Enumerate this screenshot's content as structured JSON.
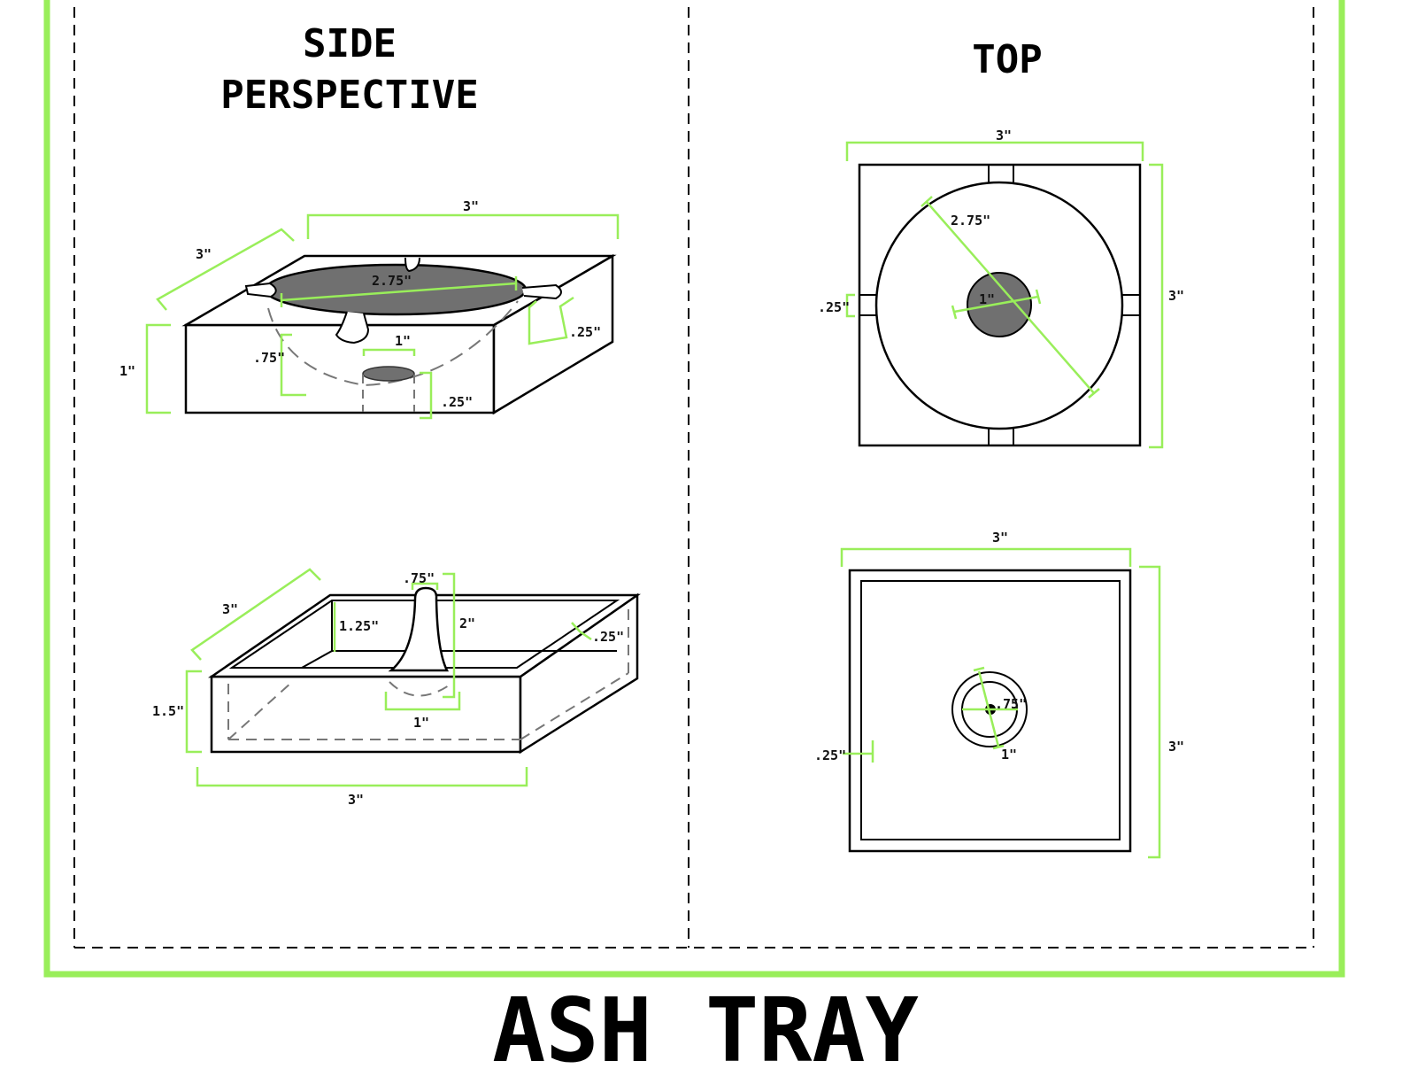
{
  "title": "ASH TRAY",
  "sections": {
    "side": {
      "heading_line1": "SIDE",
      "heading_line2": "PERSPECTIVE"
    },
    "top": {
      "heading": "TOP"
    }
  },
  "colors": {
    "border": "#99ee5a",
    "dimension": "#99ee5a",
    "fill": "#707070",
    "ink": "#000000"
  },
  "dimensions": {
    "side_upper": {
      "width": "3\"",
      "depth": "3\"",
      "height": "1\"",
      "bowl_diameter": "2.75\"",
      "bowl_depth": ".75\"",
      "notch": ".25\"",
      "post_diameter": "1\"",
      "post_height": ".25\""
    },
    "side_lower": {
      "depth": "3\"",
      "width": "3\"",
      "height": "1.5\"",
      "inner_depth": "1.25\"",
      "post_top": ".75\"",
      "post_height": "2\"",
      "post_base": "1\"",
      "wall": ".25\""
    },
    "top_upper": {
      "width": "3\"",
      "height": "3\"",
      "bowl_diameter": "2.75\"",
      "center_diameter": "1\"",
      "notch": ".25\""
    },
    "top_lower": {
      "width": "3\"",
      "height": "3\"",
      "wall": ".25\"",
      "ring_inner": ".75\"",
      "ring_outer": "1\""
    }
  }
}
